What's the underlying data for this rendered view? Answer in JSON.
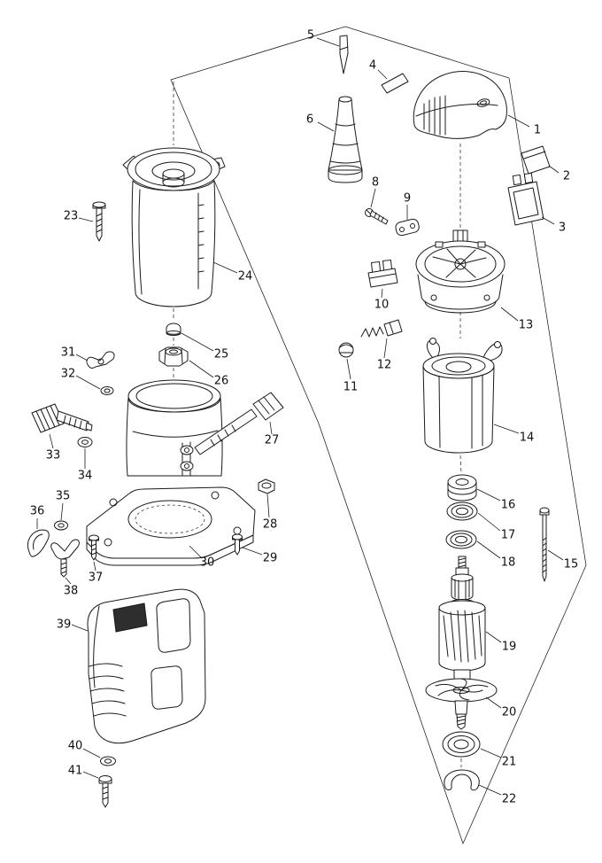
{
  "diagram": {
    "type": "exploded-parts-diagram",
    "subject": "trim-router power tool exploded view",
    "line_color": "#1a1a1a",
    "background": "#ffffff"
  },
  "labels": {
    "p1": "1",
    "p2": "2",
    "p3": "3",
    "p4": "4",
    "p5": "5",
    "p6": "6",
    "p8": "8",
    "p9": "9",
    "p10": "10",
    "p11": "11",
    "p12": "12",
    "p13": "13",
    "p14": "14",
    "p15": "15",
    "p16": "16",
    "p17": "17",
    "p18": "18",
    "p19": "19",
    "p20": "20",
    "p21": "21",
    "p22": "22",
    "p23": "23",
    "p24": "24",
    "p25": "25",
    "p26": "26",
    "p27": "27",
    "p28": "28",
    "p29": "29",
    "p30": "30",
    "p31": "31",
    "p32": "32",
    "p33": "33",
    "p34": "34",
    "p35": "35",
    "p36": "36",
    "p37": "37",
    "p38": "38",
    "p39": "39",
    "p40": "40",
    "p41": "41"
  }
}
